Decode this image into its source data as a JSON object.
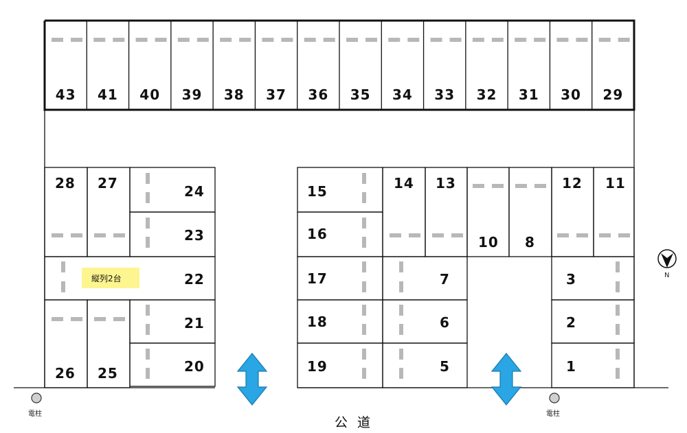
{
  "diagram": {
    "top_row": [
      "43",
      "41",
      "40",
      "39",
      "38",
      "37",
      "36",
      "35",
      "34",
      "33",
      "32",
      "31",
      "30",
      "29"
    ],
    "left_block": {
      "upper": [
        "28",
        "27"
      ],
      "middle_right": [
        "24",
        "23"
      ],
      "tandem_space": "22",
      "tandem_note": "縦列2台",
      "lower_right": [
        "21",
        "20"
      ],
      "lower": [
        "26",
        "25"
      ]
    },
    "center_block": [
      "15",
      "16",
      "17",
      "18",
      "19"
    ],
    "right_center_upper": [
      "14",
      "13"
    ],
    "right_center_mid": [
      "10",
      "8"
    ],
    "right_center_lower": [
      "7",
      "6",
      "5"
    ],
    "right_block_upper": [
      "12",
      "11"
    ],
    "right_block_lower": [
      "3",
      "2",
      "1"
    ],
    "road_label": "公 道",
    "pole_label": "電柱",
    "compass_label": "N",
    "colors": {
      "arrow": "#29a6e3",
      "arrow_stroke": "#1b78b0",
      "note_bg": "#fdf58f",
      "stopper": "#b8b8b8"
    }
  }
}
